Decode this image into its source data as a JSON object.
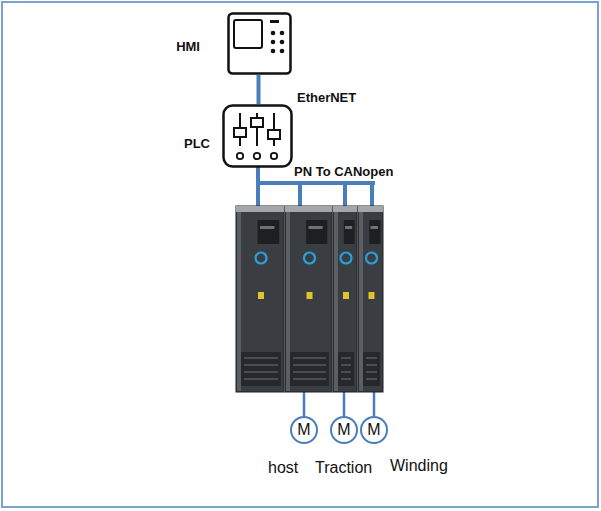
{
  "diagram": {
    "nodes": [
      {
        "text": [
          "HMI"
        ]
      },
      {
        "text": [
          "PLC"
        ]
      },
      {
        "text": [
          "M",
          "host"
        ]
      },
      {
        "text": [
          "M",
          "Traction"
        ]
      },
      {
        "text": [
          "M",
          "Winding"
        ]
      }
    ],
    "edges": [
      {
        "from": 0,
        "to": 1,
        "arrow": "none",
        "label": "EtherNET"
      }
    ],
    "labels": [
      "PN To CANopen"
    ]
  }
}
